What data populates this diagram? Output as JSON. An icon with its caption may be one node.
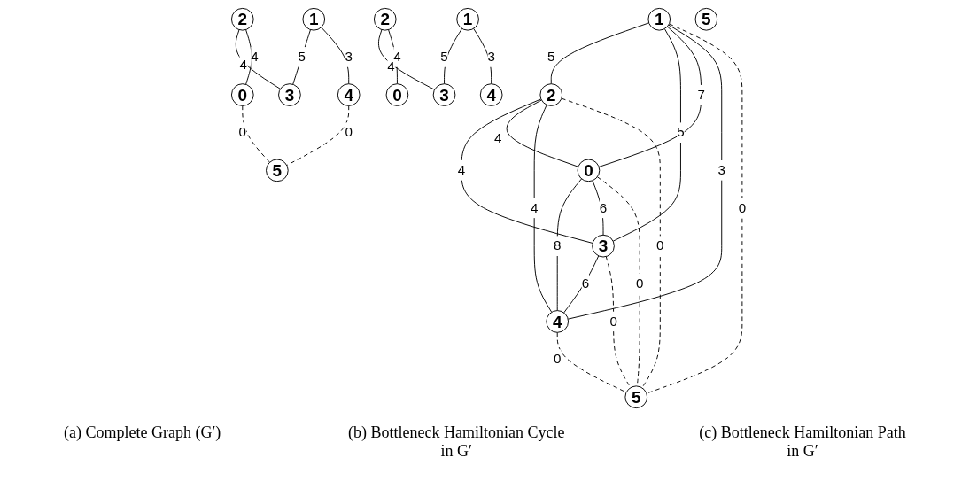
{
  "diagram": {
    "nodes": [
      {
        "text": [
          "0"
        ]
      },
      {
        "text": [
          "1"
        ]
      },
      {
        "text": [
          "2"
        ]
      },
      {
        "text": [
          "3"
        ]
      },
      {
        "text": [
          "4"
        ]
      },
      {
        "text": [
          "5"
        ]
      },
      {
        "text": [
          "0"
        ]
      },
      {
        "text": [
          "1"
        ]
      },
      {
        "text": [
          "2"
        ]
      },
      {
        "text": [
          "3"
        ]
      },
      {
        "text": [
          "4"
        ]
      },
      {
        "text": [
          "5"
        ]
      },
      {
        "text": [
          "0"
        ]
      },
      {
        "text": [
          "1"
        ]
      },
      {
        "text": [
          "2"
        ]
      },
      {
        "text": [
          "3"
        ]
      },
      {
        "text": [
          "4"
        ]
      },
      {
        "text": [
          "5"
        ]
      }
    ],
    "edges": [
      {
        "from": 1,
        "to": 2,
        "arrow": "none",
        "label": "5"
      },
      {
        "from": 2,
        "to": 3,
        "arrow": "none",
        "label": "4"
      },
      {
        "from": 1,
        "to": 3,
        "arrow": "none",
        "label": "5"
      },
      {
        "from": 1,
        "to": 0,
        "arrow": "none",
        "label": "7"
      },
      {
        "from": 3,
        "to": 4,
        "arrow": "none",
        "label": "6"
      },
      {
        "from": 0,
        "to": 4,
        "arrow": "none",
        "label": "8"
      },
      {
        "from": 2,
        "to": 0,
        "arrow": "none",
        "label": "4"
      },
      {
        "from": 0,
        "to": 3,
        "arrow": "none",
        "label": "6"
      },
      {
        "from": 2,
        "to": 4,
        "arrow": "none",
        "label": "4"
      },
      {
        "from": 1,
        "to": 4,
        "arrow": "none",
        "label": "3"
      },
      {
        "from": 0,
        "to": 5,
        "arrow": "none",
        "label": "0",
        "style": "dashed"
      },
      {
        "from": 1,
        "to": 5,
        "arrow": "none",
        "label": "0",
        "style": "dashed"
      },
      {
        "from": 2,
        "to": 5,
        "arrow": "none",
        "label": "0",
        "style": "dashed"
      },
      {
        "from": 3,
        "to": 5,
        "arrow": "none",
        "label": "0",
        "style": "dashed"
      },
      {
        "from": 4,
        "to": 5,
        "arrow": "none",
        "label": "0",
        "style": "dashed"
      },
      {
        "from": 7,
        "to": 9,
        "arrow": "none",
        "label": "5"
      },
      {
        "from": 8,
        "to": 9,
        "arrow": "none",
        "label": "4"
      },
      {
        "from": 8,
        "to": 6,
        "arrow": "none",
        "label": "4"
      },
      {
        "from": 7,
        "to": 10,
        "arrow": "none",
        "label": "3"
      },
      {
        "from": 6,
        "to": 11,
        "arrow": "none",
        "label": "0",
        "style": "dashed"
      },
      {
        "from": 10,
        "to": 11,
        "arrow": "none",
        "label": "0",
        "style": "dashed"
      },
      {
        "from": 13,
        "to": 15,
        "arrow": "none",
        "label": "5"
      },
      {
        "from": 14,
        "to": 15,
        "arrow": "none",
        "label": "4"
      },
      {
        "from": 14,
        "to": 12,
        "arrow": "none",
        "label": "4"
      },
      {
        "from": 13,
        "to": 16,
        "arrow": "none",
        "label": "3"
      }
    ],
    "labels": [
      "(a) Complete Graph (G′)",
      "(b) Bottleneck Hamiltonian Cycle in G′",
      "(c) Bottleneck Hamiltonian Path in G′"
    ]
  }
}
